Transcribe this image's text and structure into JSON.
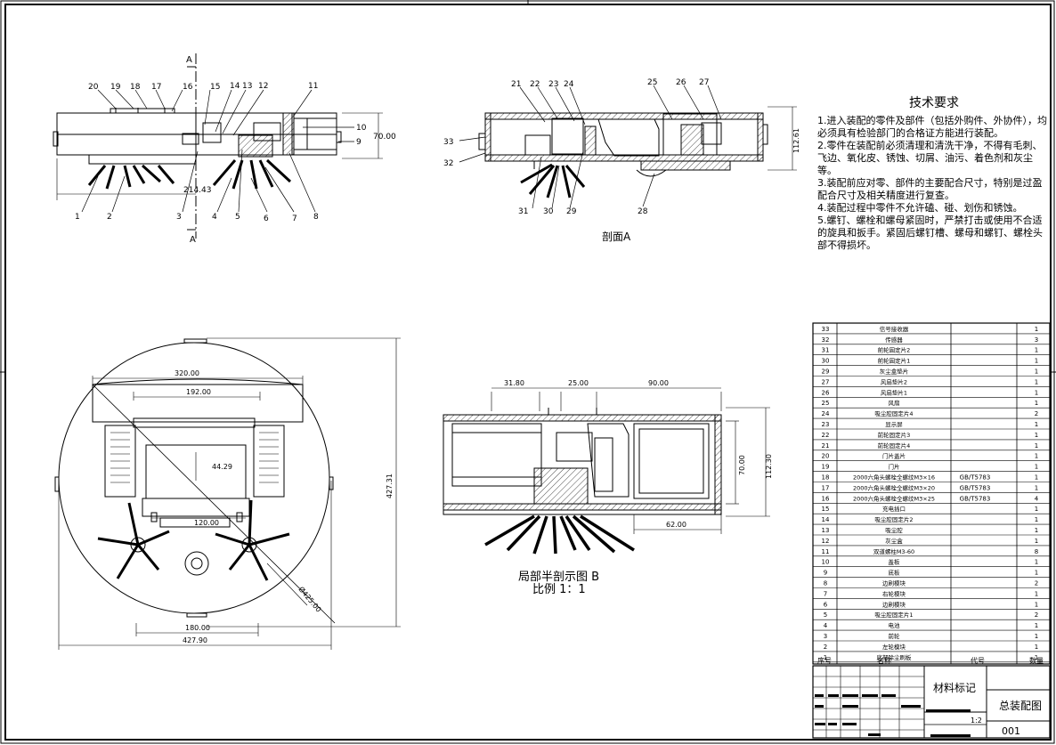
{
  "tech_requirements": {
    "title": "技术要求",
    "items": [
      "1.进入装配的零件及部件（包括外购件、外协件），均必须具有检验部门的合格证方能进行装配。",
      "2.零件在装配前必须清理和清洗干净，不得有毛刺、飞边、氧化皮、锈蚀、切屑、油污、着色剂和灰尘等。",
      "3.装配前应对零、部件的主要配合尺寸，特别是过盈配合尺寸及相关精度进行复查。",
      "4.装配过程中零件不允许磕、碰、划伤和锈蚀。",
      "5.螺钉、螺栓和螺母紧固时，严禁打击或使用不合适的旋具和扳手。紧固后螺钉槽、螺母和螺钉、螺栓头部不得损坏。"
    ]
  },
  "section_a": {
    "title": "剖面A",
    "marker": "A"
  },
  "detail_b": {
    "title": "局部半剖示图 B",
    "scale": "比例 1：1"
  },
  "front_view": {
    "dims": {
      "height": "70.00",
      "offset": "214.43"
    },
    "balloons_top": [
      "20",
      "19",
      "18",
      "17",
      "16",
      "15",
      "14",
      "13",
      "12",
      "11"
    ],
    "balloons_right": [
      "10",
      "9"
    ],
    "balloons_bottom": [
      "1",
      "2",
      "3",
      "4",
      "5",
      "6",
      "7",
      "8"
    ]
  },
  "section_view": {
    "dims": {
      "height": "112.61"
    },
    "balloons_top": [
      "21",
      "22",
      "23",
      "24",
      "25",
      "26",
      "27"
    ],
    "balloons_left": [
      "33",
      "32"
    ],
    "balloons_bottom": [
      "31",
      "30",
      "29",
      "28"
    ]
  },
  "plan_view": {
    "dims": {
      "d320": "320.00",
      "d192": "192.00",
      "d4429": "44.29",
      "d120": "120.00",
      "d180": "180.00",
      "d42790": "427.90",
      "d42731": "427.31",
      "dia": "Ø425.00"
    }
  },
  "detail_view": {
    "dims": {
      "d3180": "31.80",
      "d2500": "25.00",
      "d9000": "90.00",
      "d7000": "70.00",
      "d11230": "112.30",
      "d6200": "62.00"
    }
  },
  "bom": {
    "rows": [
      {
        "no": "33",
        "name": "信号接收器",
        "std": "",
        "qty": "1"
      },
      {
        "no": "32",
        "name": "传感器",
        "std": "",
        "qty": "3"
      },
      {
        "no": "31",
        "name": "前轮固定片2",
        "std": "",
        "qty": "1"
      },
      {
        "no": "30",
        "name": "前轮固定片1",
        "std": "",
        "qty": "1"
      },
      {
        "no": "29",
        "name": "灰尘盒垫片",
        "std": "",
        "qty": "1"
      },
      {
        "no": "27",
        "name": "风扇垫片2",
        "std": "",
        "qty": "1"
      },
      {
        "no": "26",
        "name": "风扇垫片1",
        "std": "",
        "qty": "1"
      },
      {
        "no": "25",
        "name": "风扇",
        "std": "",
        "qty": "1"
      },
      {
        "no": "24",
        "name": "吸尘腔固定片4",
        "std": "",
        "qty": "2"
      },
      {
        "no": "23",
        "name": "显示屏",
        "std": "",
        "qty": "1"
      },
      {
        "no": "22",
        "name": "前轮固定片3",
        "std": "",
        "qty": "1"
      },
      {
        "no": "21",
        "name": "前轮固定片4",
        "std": "",
        "qty": "1"
      },
      {
        "no": "20",
        "name": "门片盖片",
        "std": "",
        "qty": "1"
      },
      {
        "no": "19",
        "name": "门片",
        "std": "",
        "qty": "1"
      },
      {
        "no": "18",
        "name": "2000六角头螺栓全螺纹M3×16",
        "std": "GB/T5783",
        "qty": "1"
      },
      {
        "no": "17",
        "name": "2000六角头螺栓全螺纹M3×20",
        "std": "GB/T5783",
        "qty": "1"
      },
      {
        "no": "16",
        "name": "2000六角头螺栓全螺纹M3×25",
        "std": "GB/T5783",
        "qty": "4"
      },
      {
        "no": "15",
        "name": "充电插口",
        "std": "",
        "qty": "1"
      },
      {
        "no": "14",
        "name": "吸尘腔固定片2",
        "std": "",
        "qty": "1"
      },
      {
        "no": "13",
        "name": "吸尘腔",
        "std": "",
        "qty": "1"
      },
      {
        "no": "12",
        "name": "灰尘盒",
        "std": "",
        "qty": "1"
      },
      {
        "no": "11",
        "name": "双道螺柱M3-60",
        "std": "",
        "qty": "8"
      },
      {
        "no": "10",
        "name": "盖板",
        "std": "",
        "qty": "1"
      },
      {
        "no": "9",
        "name": "底板",
        "std": "",
        "qty": "1"
      },
      {
        "no": "8",
        "name": "边刷模块",
        "std": "",
        "qty": "2"
      },
      {
        "no": "7",
        "name": "右轮模块",
        "std": "",
        "qty": "1"
      },
      {
        "no": "6",
        "name": "边刷模块",
        "std": "",
        "qty": "1"
      },
      {
        "no": "5",
        "name": "吸尘腔固定片1",
        "std": "",
        "qty": "2"
      },
      {
        "no": "4",
        "name": "电池",
        "std": "",
        "qty": "1"
      },
      {
        "no": "3",
        "name": "前轮",
        "std": "",
        "qty": "1"
      },
      {
        "no": "2",
        "name": "左轮模块",
        "std": "",
        "qty": "1"
      },
      {
        "no": "1",
        "name": "底部除尘刷板",
        "std": "",
        "qty": "1"
      }
    ],
    "header": {
      "no": "序号",
      "name": "名称",
      "std": "代号",
      "qty": "数量"
    }
  },
  "title_block": {
    "material": "材料标记",
    "drawing_title": "总装配图",
    "scale": "1:2",
    "number": "001"
  }
}
